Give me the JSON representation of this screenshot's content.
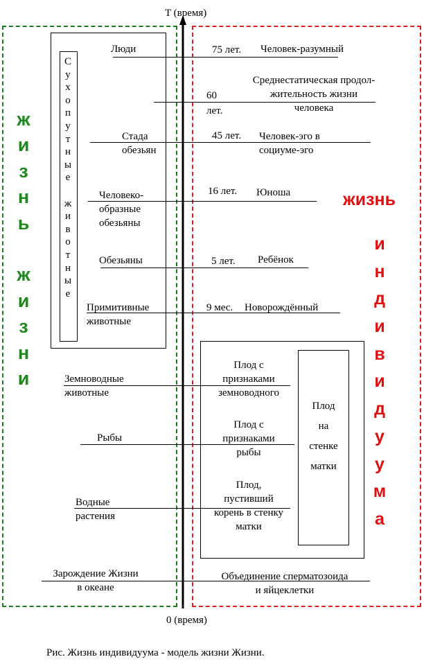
{
  "axis": {
    "top_label": "T (время)",
    "bottom_label": "0 (время)"
  },
  "left_side": {
    "vertical_title": [
      "ж",
      "и",
      "з",
      "н",
      "ь",
      "",
      "ж",
      "и",
      "з",
      "н",
      "и"
    ],
    "land_animals_box": [
      "С",
      "у",
      "х",
      "о",
      "п",
      "у",
      "т",
      "н",
      "ы",
      "е",
      "",
      "ж",
      "и",
      "в",
      "о",
      "т",
      "н",
      "ы",
      "е"
    ],
    "stages": [
      {
        "id": "people",
        "text": "Люди"
      },
      {
        "id": "herds",
        "text": "Стада\nобезьян"
      },
      {
        "id": "apes",
        "text": "Человеко-\nобразные\nобезьяны"
      },
      {
        "id": "monkeys",
        "text": "Обезьяны"
      },
      {
        "id": "primitive",
        "text": "Примитивные\nживотные"
      },
      {
        "id": "amphibians",
        "text": "Земноводные\nживотные"
      },
      {
        "id": "fish",
        "text": "Рыбы"
      },
      {
        "id": "plants",
        "text": "Водные\nрастения"
      },
      {
        "id": "origin",
        "text": "Зарождение Жизни\nв океане"
      }
    ]
  },
  "right_side": {
    "vertical_title_top": "жизнь",
    "vertical_title": [
      "и",
      "н",
      "д",
      "и",
      "в",
      "и",
      "д",
      "у",
      "у",
      "м",
      "а"
    ],
    "stages": [
      {
        "id": "age75",
        "age": "75 лет.",
        "text": "Человек-разумный"
      },
      {
        "id": "age60",
        "age": "60\nлет.",
        "text": "Среднестатическая продол-\nжительность жизни\nчеловека"
      },
      {
        "id": "age45",
        "age": "45 лет.",
        "text": "Человек-эго в\nсоциуме-эго"
      },
      {
        "id": "age16",
        "age": "16 лет.",
        "text": "Юноша"
      },
      {
        "id": "age5",
        "age": "5 лет.",
        "text": "Ребёнок"
      },
      {
        "id": "age9m",
        "age": "9 мес.",
        "text": "Новорождённый"
      },
      {
        "id": "fetus_amph",
        "text": "Плод с\nпризнаками\nземноводного"
      },
      {
        "id": "fetus_fish",
        "text": "Плод с\nпризнаками\nрыбы"
      },
      {
        "id": "fetus_root",
        "text": "Плод,\nпустивший\nкорень в стенку\nматки"
      },
      {
        "id": "conception",
        "text": "Объединение сперматозоида\nи яйцеклетки"
      }
    ],
    "womb_box": "Плод\nна\nстенке\nматки"
  },
  "caption": "Рис. Жизнь индивидуума - модель жизни Жизни.",
  "colors": {
    "left_border": "#1e7a1e",
    "right_border": "#e02020",
    "left_text": "#1e8a1e",
    "right_text": "#e01010"
  }
}
